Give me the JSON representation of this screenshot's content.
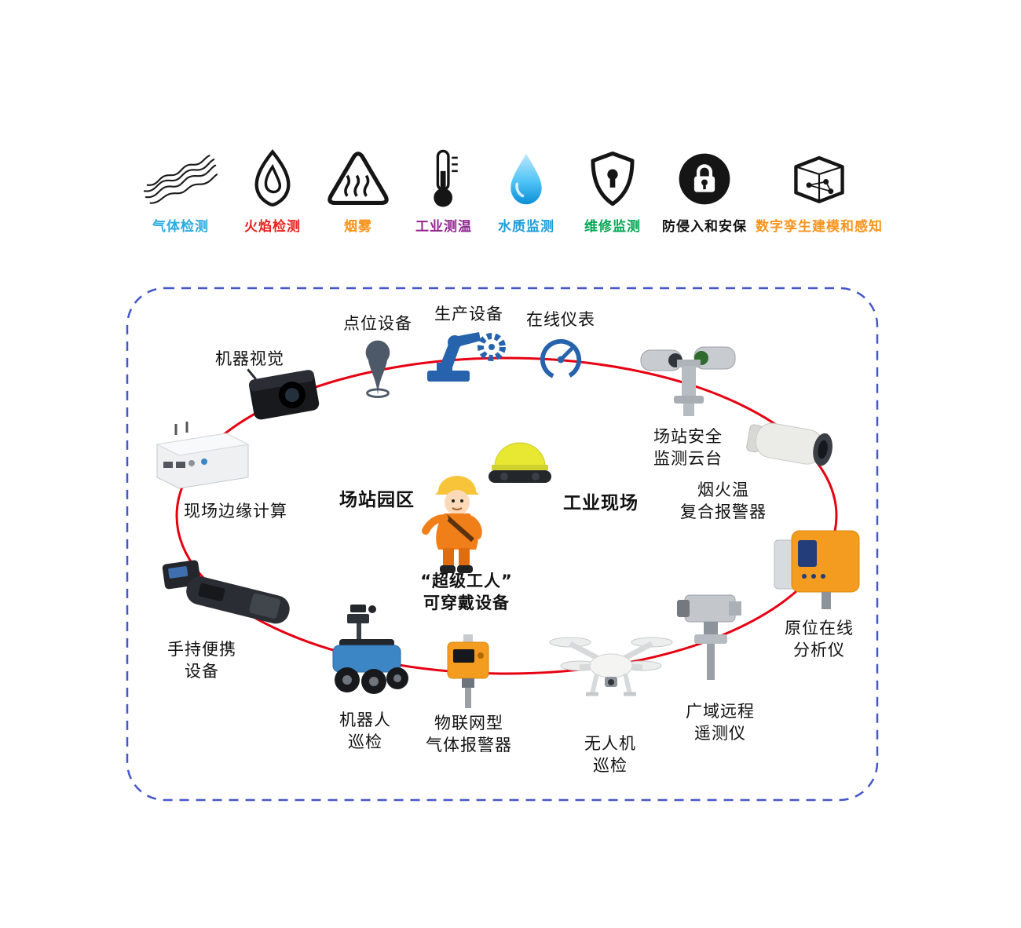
{
  "colors": {
    "ellipse": "#e60012",
    "border": "#4556c8"
  },
  "legend": {
    "items": [
      {
        "label": "气体检测",
        "color": "#29abe2",
        "icon": "gas-detection-icon"
      },
      {
        "label": "火焰检测",
        "color": "#e8211d",
        "icon": "flame-detection-icon"
      },
      {
        "label": "烟雾",
        "color": "#f7941d",
        "icon": "smoke-icon"
      },
      {
        "label": "工业测温",
        "color": "#93278f",
        "icon": "thermometer-icon"
      },
      {
        "label": "水质监测",
        "color": "#1b9cd8",
        "icon": "water-drop-icon"
      },
      {
        "label": "维修监测",
        "color": "#00a651",
        "icon": "shield-icon"
      },
      {
        "label": "防侵入和安保",
        "color": "#111111",
        "icon": "lock-icon"
      },
      {
        "label": "数字孪生建模和感知",
        "color": "#f7941d",
        "icon": "digital-twin-icon"
      }
    ]
  },
  "diagram": {
    "center": {
      "station_park": "场站园区",
      "industrial_site": "工业现场",
      "super_worker": "“超级工人”\n可穿戴设备"
    },
    "nodes": [
      {
        "id": "machine-vision",
        "label": "机器视觉"
      },
      {
        "id": "point-device",
        "label": "点位设备"
      },
      {
        "id": "production-equipment",
        "label": "生产设备"
      },
      {
        "id": "online-instrument",
        "label": "在线仪表"
      },
      {
        "id": "station-ptz",
        "label": "场站安全\n监测云台"
      },
      {
        "id": "fire-temp-alarm",
        "label": "烟火温\n复合报警器"
      },
      {
        "id": "online-analyzer",
        "label": "原位在线\n分析仪"
      },
      {
        "id": "remote-telemetry",
        "label": "广域远程\n遥测仪"
      },
      {
        "id": "drone-patrol",
        "label": "无人机\n巡检"
      },
      {
        "id": "iot-gas-alarm",
        "label": "物联网型\n气体报警器"
      },
      {
        "id": "robot-patrol",
        "label": "机器人\n巡检"
      },
      {
        "id": "handheld-device",
        "label": "手持便携\n设备"
      },
      {
        "id": "edge-computing",
        "label": "现场边缘计算"
      }
    ]
  }
}
